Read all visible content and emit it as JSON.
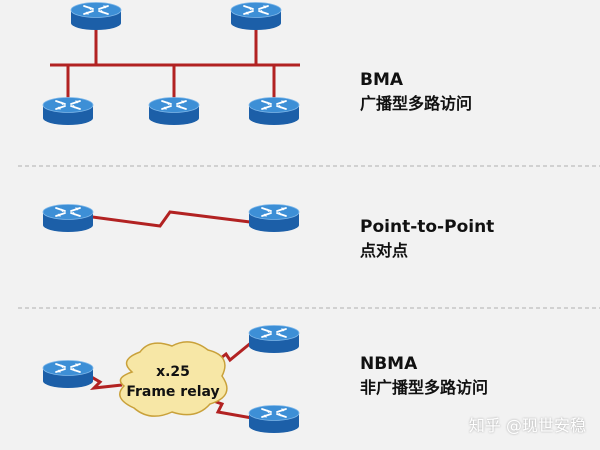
{
  "colors": {
    "background": "#f2f2f2",
    "link": "#b22222",
    "router_top": "#3d8fd6",
    "router_side": "#1c5fa8",
    "cloud": "#f7e7a6",
    "cloud_border": "#c9a13a",
    "divider": "#b0b0b0"
  },
  "sections": {
    "bma": {
      "title": "BMA",
      "subtitle": "广播型多路访问"
    },
    "p2p": {
      "title": "Point-to-Point",
      "subtitle": "点对点"
    },
    "nbma": {
      "title": "NBMA",
      "subtitle": "非广播型多路访问"
    }
  },
  "cloud": {
    "line1": "x.25",
    "line2": "Frame relay"
  },
  "watermark": "知乎 @现世安稳",
  "icons": [
    "router-icon",
    "cloud-icon"
  ]
}
